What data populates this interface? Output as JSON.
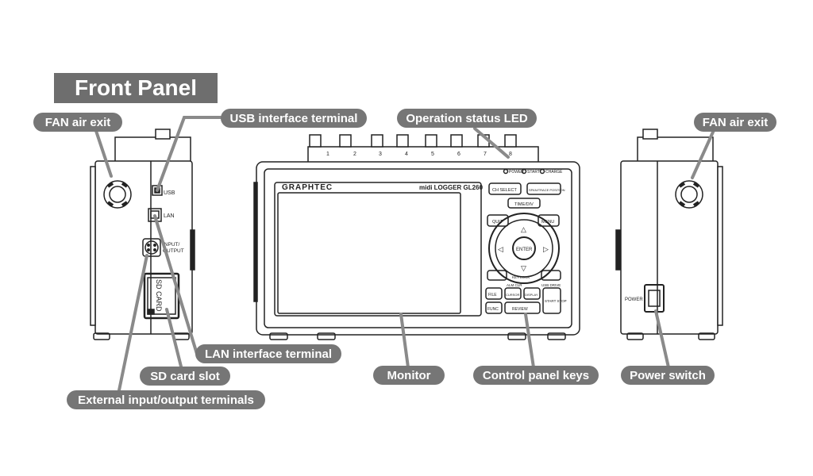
{
  "title": "Front Panel",
  "callouts": {
    "fan_left": "FAN air exit",
    "usb": "USB interface terminal",
    "led": "Operation status LED",
    "fan_right": "FAN air exit",
    "lan": "LAN interface terminal",
    "sd": "SD card slot",
    "ext_io": "External input/output terminals",
    "monitor": "Monitor",
    "keys": "Control panel keys",
    "power_switch": "Power switch"
  },
  "device": {
    "brand": "GRAPHTEC",
    "model": "midi LOGGER GL260",
    "channels": [
      "1",
      "2",
      "3",
      "4",
      "5",
      "6",
      "7",
      "8"
    ],
    "led_labels": [
      "POWER",
      "START",
      "CHARGE"
    ],
    "port_usb": "USB",
    "port_lan": "LAN",
    "port_io_1": "INPUT/",
    "port_io_2": "OUTPUT",
    "sd_label": "SD CARD",
    "power_label": "POWER",
    "keys": {
      "ch_select": "CH SELECT",
      "span_trace": "SPAN/TRACE POSITION",
      "time_div": "TIME/DIV",
      "quit": "QUIT",
      "menu": "MENU",
      "enter": "ENTER",
      "file_lock": "FILE",
      "review": "REVIEW",
      "start_stop": "START STOP",
      "display": "DISPLAY",
      "func": "FUNC",
      "cursor": "CURSOR",
      "alm_clr": "ALM CLR",
      "usb_drive": "USB DRIVE",
      "key_lock": "KEY LOCK"
    }
  }
}
